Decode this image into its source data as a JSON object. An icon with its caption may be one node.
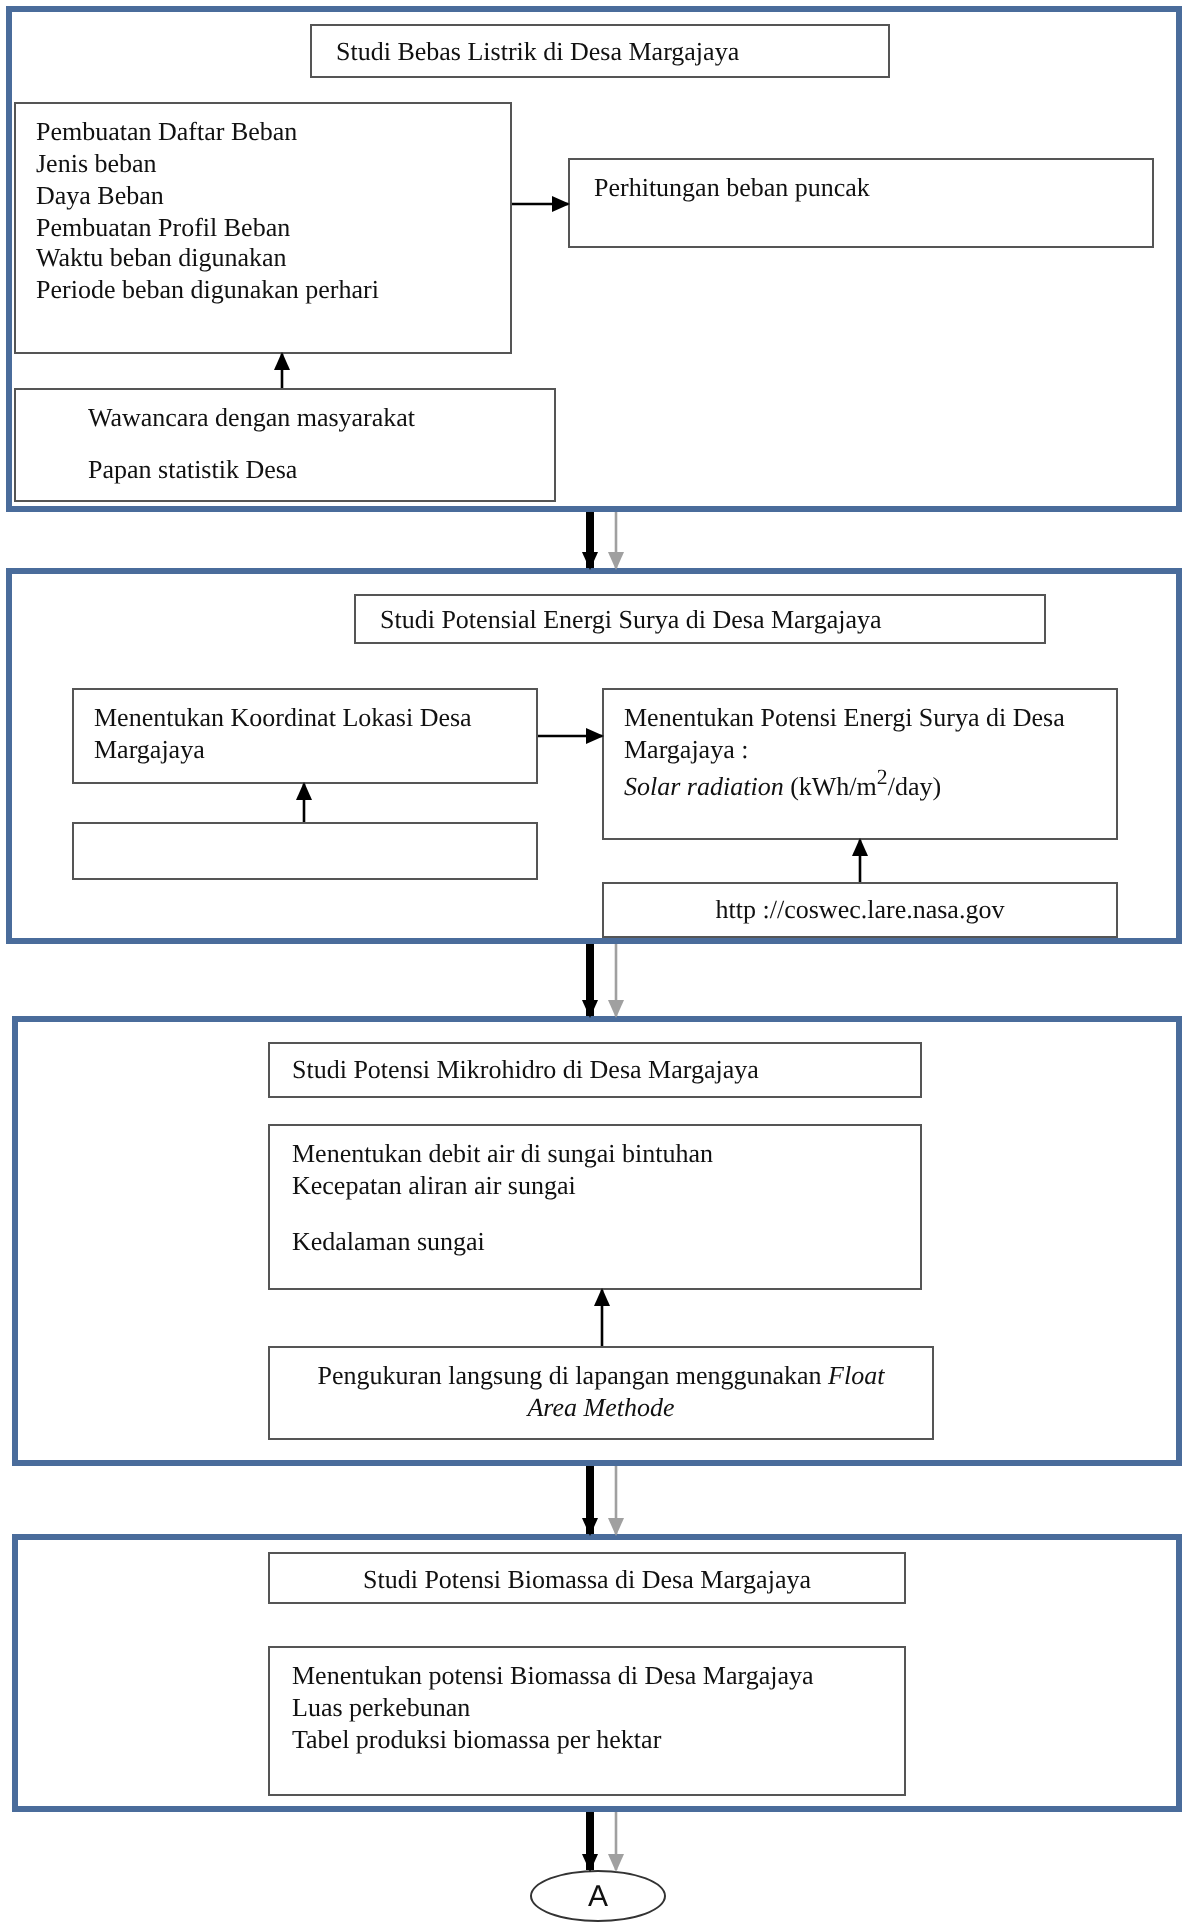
{
  "diagram": {
    "nodes": [
      {
        "text": [],
        "shape": "box"
      },
      {
        "text": [
          "Studi Bebas Listrik di Desa Margajaya"
        ],
        "in": 0
      },
      {
        "text": [
          "Pembuatan Daftar Beban",
          "Jenis beban",
          "Daya Beban",
          "Pembuatan Profil Beban",
          "Waktu beban digunakan",
          "Periode beban digunakan perhari"
        ],
        "in": 0
      },
      {
        "text": [
          "Perhitungan beban puncak"
        ],
        "in": 0
      },
      {
        "text": [
          "Wawancara dengan masyarakat",
          "Papan statistik Desa"
        ],
        "in": 0
      },
      {
        "text": [],
        "shape": "box"
      },
      {
        "text": [
          "Studi Potensial Energi Surya di Desa Margajaya"
        ],
        "in": 5
      },
      {
        "text": [
          "Menentukan Koordinat Lokasi Desa Margajaya"
        ],
        "in": 5
      },
      {
        "text": [
          "Menentukan Potensi Energi Surya di Desa Margajaya :",
          "*Solar radiation* (kWh/m$^{2}$/day)"
        ],
        "in": 5
      },
      {
        "text": [],
        "shape": "box",
        "in": 5
      },
      {
        "text": [
          "http ://coswec.lare.nasa.gov"
        ],
        "in": 5
      },
      {
        "text": [],
        "shape": "box"
      },
      {
        "text": [
          "Studi Potensi Mikrohidro di Desa Margajaya"
        ],
        "in": 11
      },
      {
        "text": [
          "Menentukan debit air di sungai bintuhan",
          "Kecepatan aliran air sungai",
          "Kedalaman sungai"
        ],
        "in": 11
      },
      {
        "text": [
          "Pengukuran langsung di lapangan menggunakan *Float Area Methode*"
        ],
        "in": 11
      },
      {
        "text": [],
        "shape": "box"
      },
      {
        "text": [
          "Studi Potensi Biomassa di Desa Margajaya"
        ],
        "in": 15
      },
      {
        "text": [
          "Menentukan potensi Biomassa di Desa Margajaya",
          "Luas perkebunan",
          "Tabel produksi biomassa per hektar"
        ],
        "in": 15
      },
      {
        "text": [
          "A"
        ]
      }
    ],
    "edges": [
      {
        "from": 2,
        "to": 3,
        "arrow": "to"
      },
      {
        "from": 4,
        "to": 2,
        "arrow": "to"
      },
      {
        "from": 7,
        "to": 8,
        "arrow": "to"
      },
      {
        "from": 9,
        "to": 7,
        "arrow": "to"
      },
      {
        "from": 10,
        "to": 8,
        "arrow": "to"
      },
      {
        "from": 14,
        "to": 13,
        "arrow": "to"
      },
      {
        "from": 0,
        "to": 5,
        "arrow": "to",
        "style": "thick"
      },
      {
        "from": 0,
        "to": 5,
        "arrow": "to",
        "color": "#a0a0a0"
      },
      {
        "from": 5,
        "to": 11,
        "arrow": "to",
        "style": "thick"
      },
      {
        "from": 5,
        "to": 11,
        "arrow": "to",
        "color": "#a0a0a0"
      },
      {
        "from": 11,
        "to": 15,
        "arrow": "to",
        "style": "thick"
      },
      {
        "from": 11,
        "to": 15,
        "arrow": "to",
        "color": "#a0a0a0"
      },
      {
        "from": 15,
        "to": 18,
        "arrow": "to",
        "style": "thick"
      },
      {
        "from": 15,
        "to": 18,
        "arrow": "to",
        "color": "#a0a0a0"
      }
    ]
  }
}
